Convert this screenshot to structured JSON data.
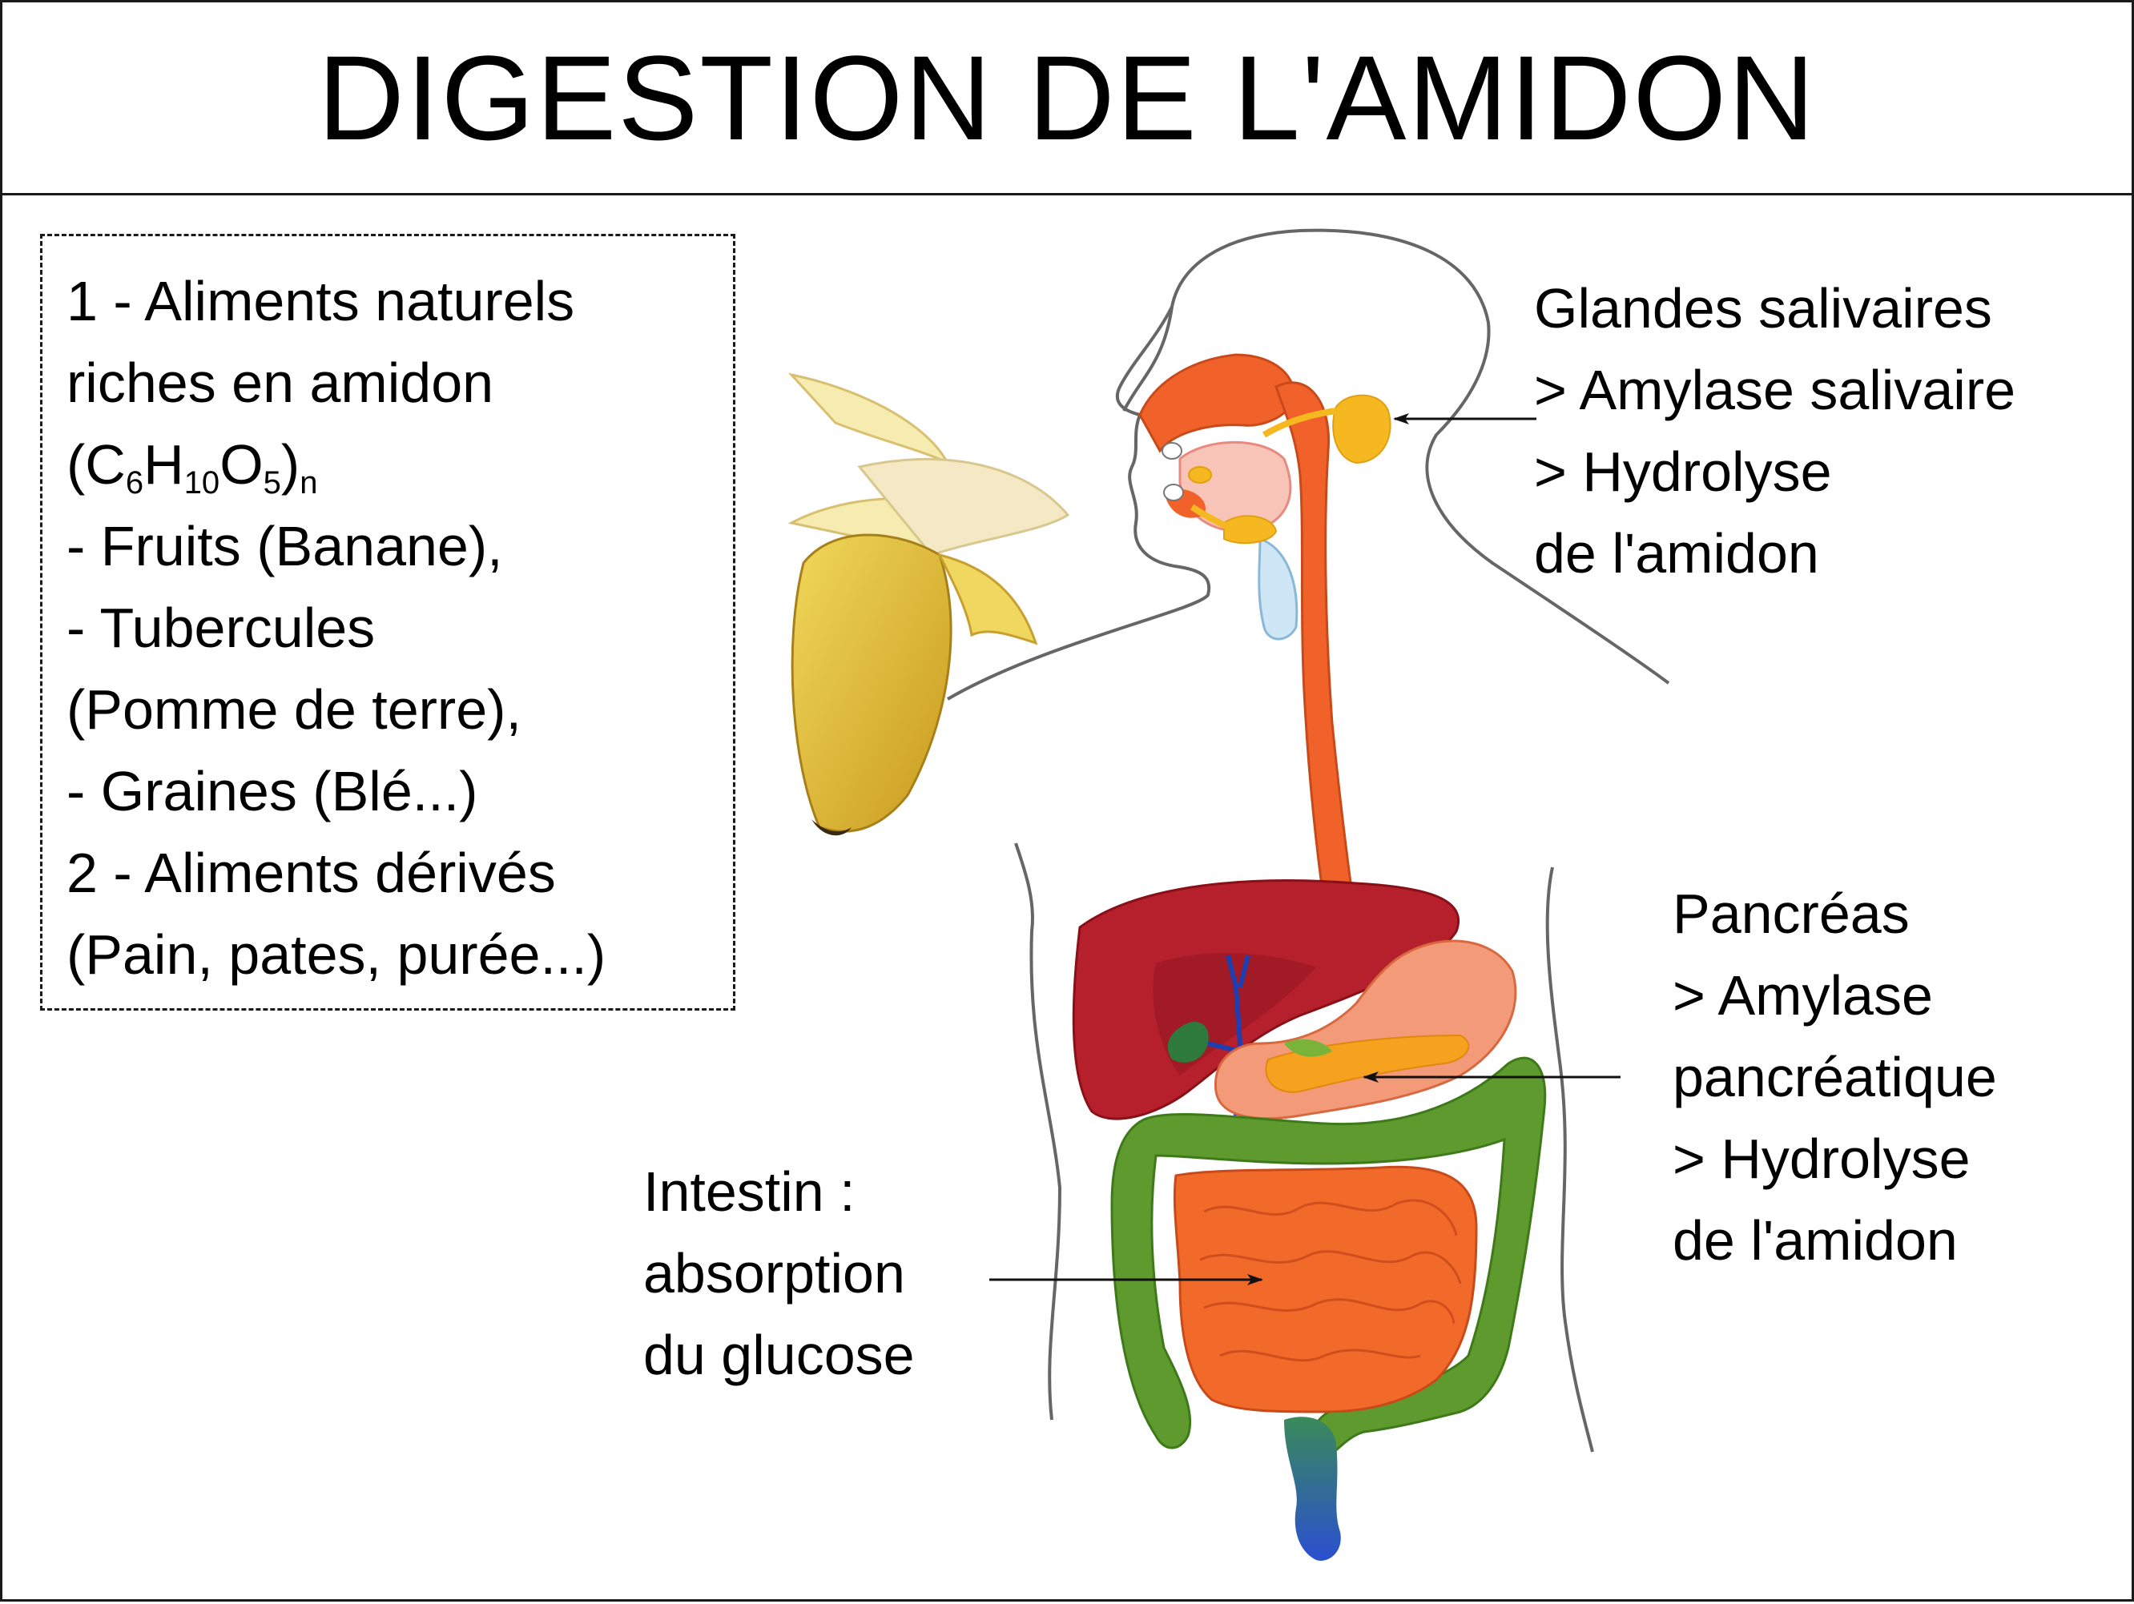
{
  "title": "DIGESTION DE L'AMIDON",
  "foods": {
    "heading_line1": "1 - Aliments naturels",
    "heading_line2": "riches en amidon",
    "formula": {
      "open": "(C",
      "c_index": "6",
      "h": "H",
      "h_index": "10",
      "o": "O",
      "o_index": "5",
      "close": ")",
      "n": "n"
    },
    "items": [
      "- Fruits (Banane),",
      "- Tubercules",
      "(Pomme de terre),",
      "- Graines (Blé...)",
      "2 - Aliments dérivés",
      "(Pain, pates, purée...)"
    ]
  },
  "labels": {
    "salivary": [
      "Glandes salivaires",
      "> Amylase salivaire",
      "> Hydrolyse",
      "de l'amidon"
    ],
    "pancreas": [
      "Pancréas",
      "> Amylase",
      "pancréatique",
      "> Hydrolyse",
      "de l'amidon"
    ],
    "intestine": [
      "Intestin :",
      "absorption",
      "du glucose"
    ]
  },
  "colors": {
    "esophagus": "#f0622a",
    "liver": "#b5202c",
    "colon": "#5f9a2e",
    "small_intestine": "#f26a2a",
    "salivary_gland": "#f6b821",
    "pancreas": "#f7a21e",
    "stomach": "#f39a78",
    "banana": "#e8c33a",
    "outline": "#666666"
  },
  "icons": {
    "banana": "banana-illustration",
    "body": "human-digestive-system-illustration"
  }
}
